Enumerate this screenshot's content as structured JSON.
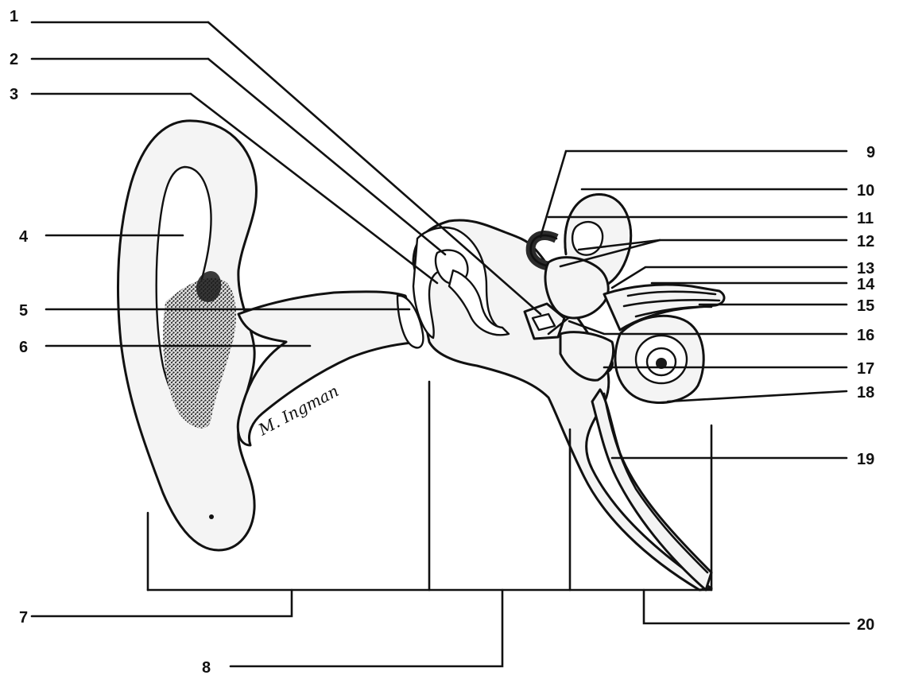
{
  "diagram": {
    "labels": [
      "1",
      "2",
      "3",
      "4",
      "5",
      "6",
      "7",
      "8",
      "9",
      "10",
      "11",
      "12",
      "13",
      "14",
      "15",
      "16",
      "17",
      "18",
      "19",
      "20"
    ],
    "signature": "M. Ingman"
  }
}
